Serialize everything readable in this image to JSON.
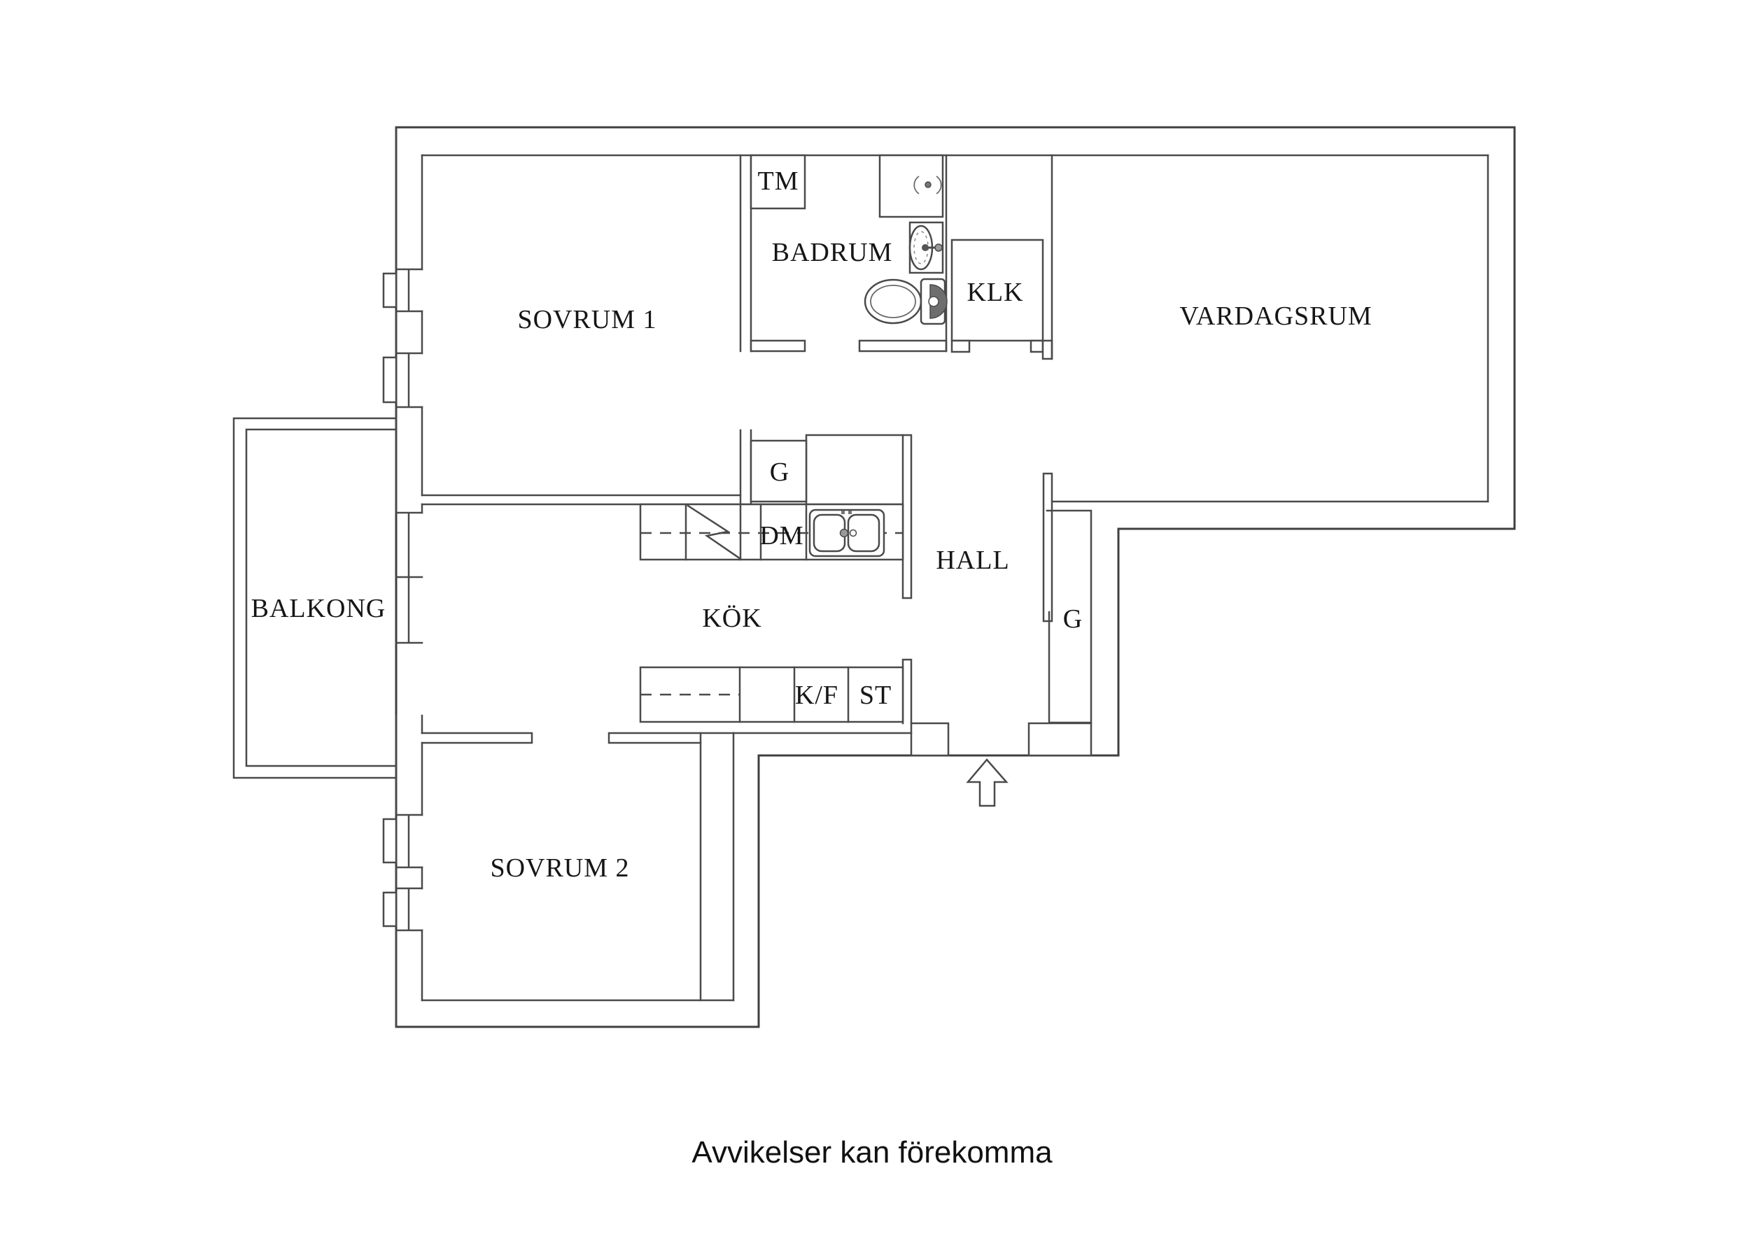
{
  "floorplan": {
    "caption": "Avvikelser kan förekomma",
    "rooms": {
      "sovrum1": "SOVRUM 1",
      "badrum": "BADRUM",
      "klk": "KLK",
      "vardagsrum": "VARDAGSRUM",
      "hall": "HALL",
      "kok": "KÖK",
      "balkong": "BALKONG",
      "sovrum2": "SOVRUM 2"
    },
    "fixtures": {
      "tm": "TM",
      "g_kitchen": "G",
      "dm": "DM",
      "kf": "K/F",
      "st": "ST",
      "g_hall": "G"
    },
    "colors": {
      "line": "#4a4a4a",
      "text": "#161616",
      "background": "#ffffff"
    }
  }
}
